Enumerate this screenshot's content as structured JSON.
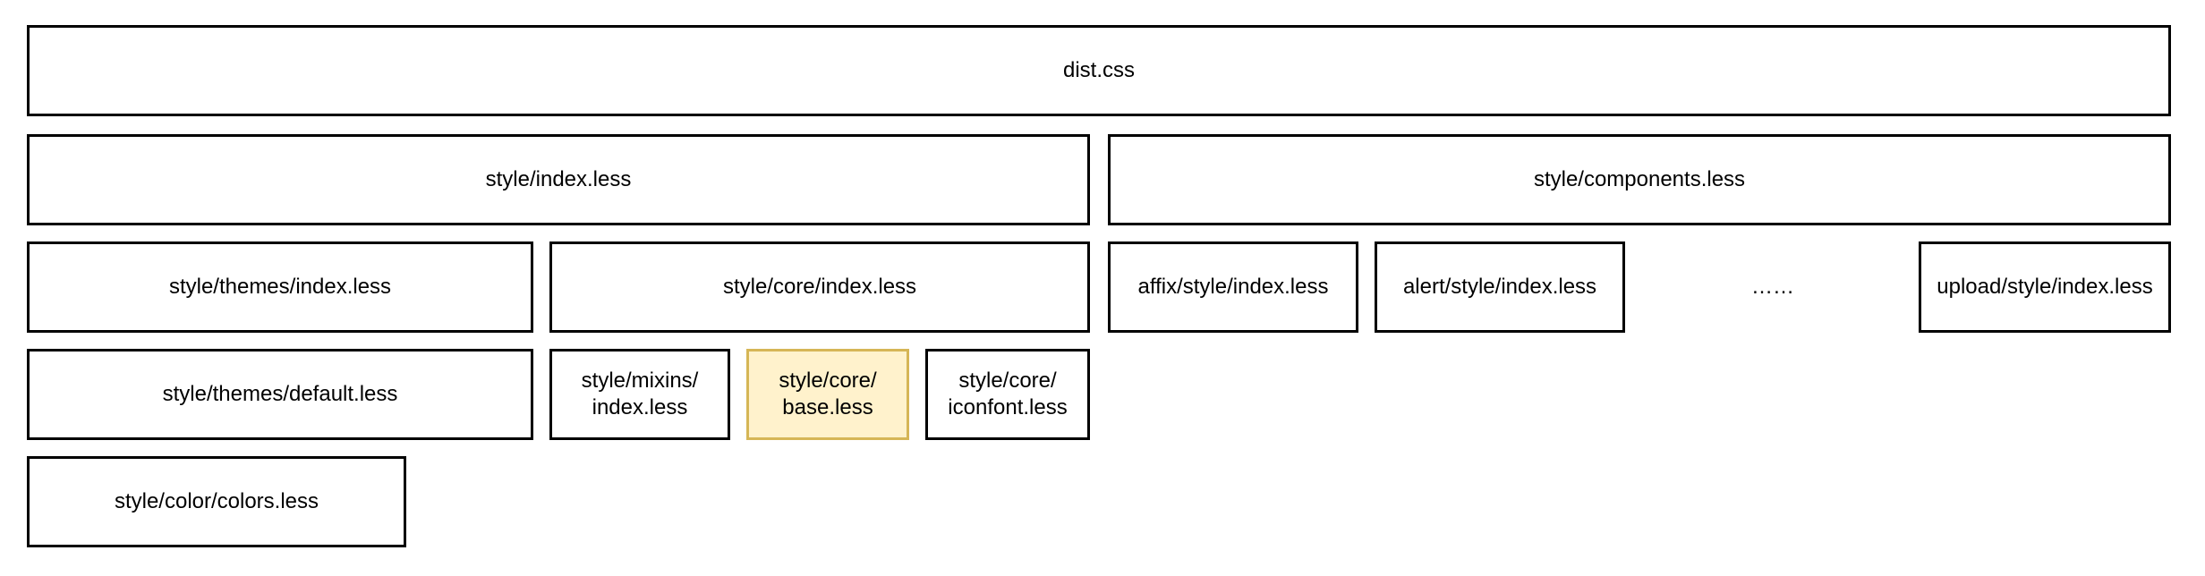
{
  "diagram": {
    "highlight_fill": "#fff2cc",
    "highlight_stroke": "#d6b656",
    "nodes": {
      "dist_css": "dist.css",
      "style_index": "style/index.less",
      "style_components": "style/components.less",
      "style_themes_index": "style/themes/index.less",
      "style_core_index": "style/core/index.less",
      "affix_style_index": "affix/style/index.less",
      "alert_style_index": "alert/style/index.less",
      "ellipsis": "……",
      "upload_style_index": "upload/style/index.less",
      "style_themes_default": "style/themes/default.less",
      "style_mixins_index": "style/mixins/\nindex.less",
      "style_core_base": "style/core/\nbase.less",
      "style_core_iconfont": "style/core/\niconfont.less",
      "style_color_colors": "style/color/colors.less"
    }
  }
}
